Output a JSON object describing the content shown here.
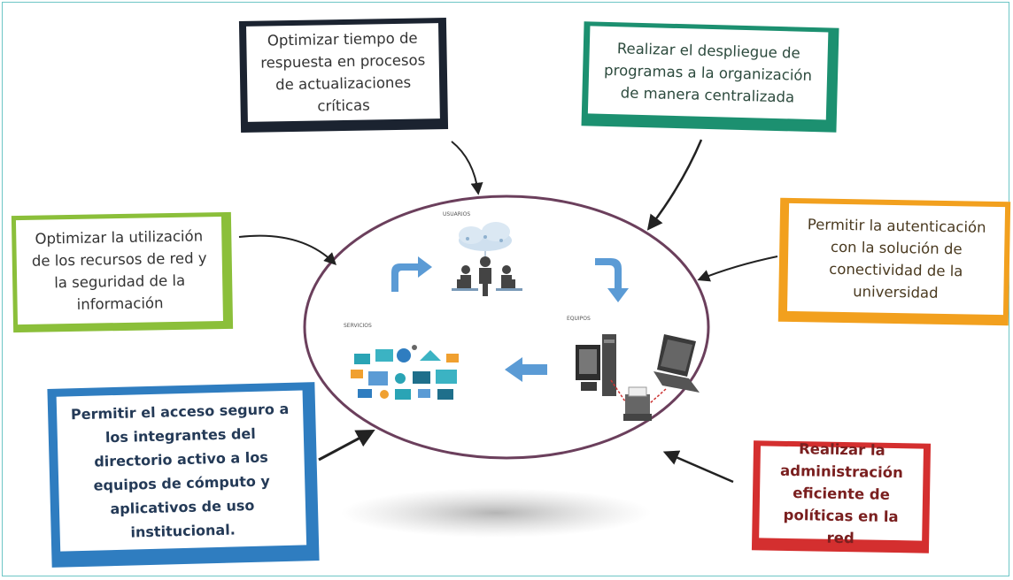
{
  "boxes": {
    "top_left": {
      "lines": [
        "Optimizar tiempo de",
        "respuesta en procesos",
        "de actualizaciones",
        "críticas"
      ],
      "color": "#1b2330"
    },
    "top_right": {
      "lines": [
        "Realizar el despliegue de",
        "programas a la organización",
        "de manera centralizada"
      ],
      "color": "#1c9070"
    },
    "left_mid": {
      "lines": [
        "Optimizar la utilización",
        "de los recursos de red y",
        "la seguridad de la",
        "información"
      ],
      "color": "#8bbf3a"
    },
    "right_mid": {
      "lines": [
        "Permitir la autenticación",
        "con la solución de",
        "conectividad de la",
        "universidad"
      ],
      "color": "#f2a01e"
    },
    "bottom_left": {
      "lines": [
        "Permitir el acceso seguro a",
        "los integrantes del",
        "directorio activo a los",
        "equipos de cómputo y",
        "aplicativos de uso",
        "institucional."
      ],
      "color": "#2f7dc0"
    },
    "bottom_right": {
      "lines": [
        "Realizar la",
        "administración",
        "eficiente de",
        "políticas en la red"
      ],
      "color": "#d42f2f"
    }
  },
  "center": {
    "labels": {
      "users": "USUARIOS",
      "services": "SERVICIOS",
      "equipment": "EQUIPOS"
    },
    "icons": [
      "cloud-icon",
      "user-group-icon",
      "services-icons",
      "desktop-computer-icon",
      "laptop-icon",
      "printer-icon"
    ],
    "ellipse_color": "#6b3f5c",
    "arrow_color": "#5b9bd5"
  }
}
